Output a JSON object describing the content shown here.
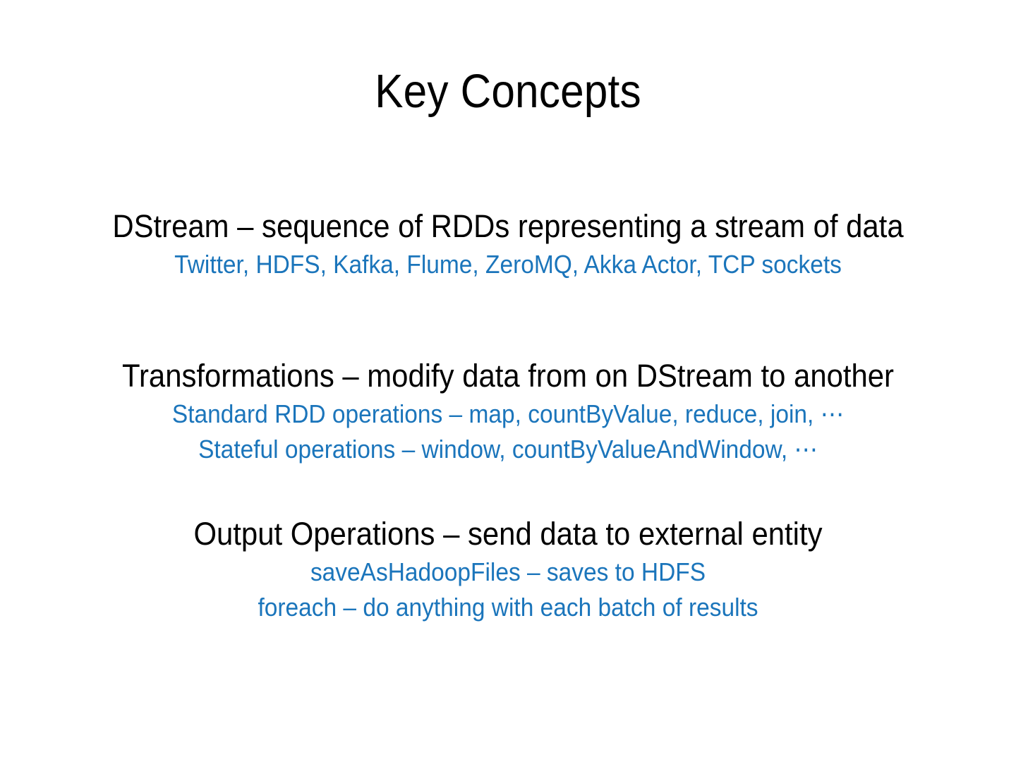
{
  "slide": {
    "title": "Key Concepts",
    "background_color": "#ffffff",
    "heading_color": "#000000",
    "detail_color": "#1b75bb",
    "sections": [
      {
        "heading": "DStream – sequence of RDDs representing a stream of data",
        "details": [
          "Twitter, HDFS, Kafka, Flume, ZeroMQ, Akka Actor, TCP sockets"
        ]
      },
      {
        "heading": "Transformations – modify data from on DStream to another",
        "details": [
          "Standard RDD operations – map, countByValue, reduce, join, ⋯",
          "Stateful operations – window, countByValueAndWindow, ⋯"
        ]
      },
      {
        "heading": "Output Operations – send data to external entity",
        "details": [
          "saveAsHadoopFiles – saves to HDFS",
          "foreach – do anything with each batch of results"
        ]
      }
    ]
  }
}
